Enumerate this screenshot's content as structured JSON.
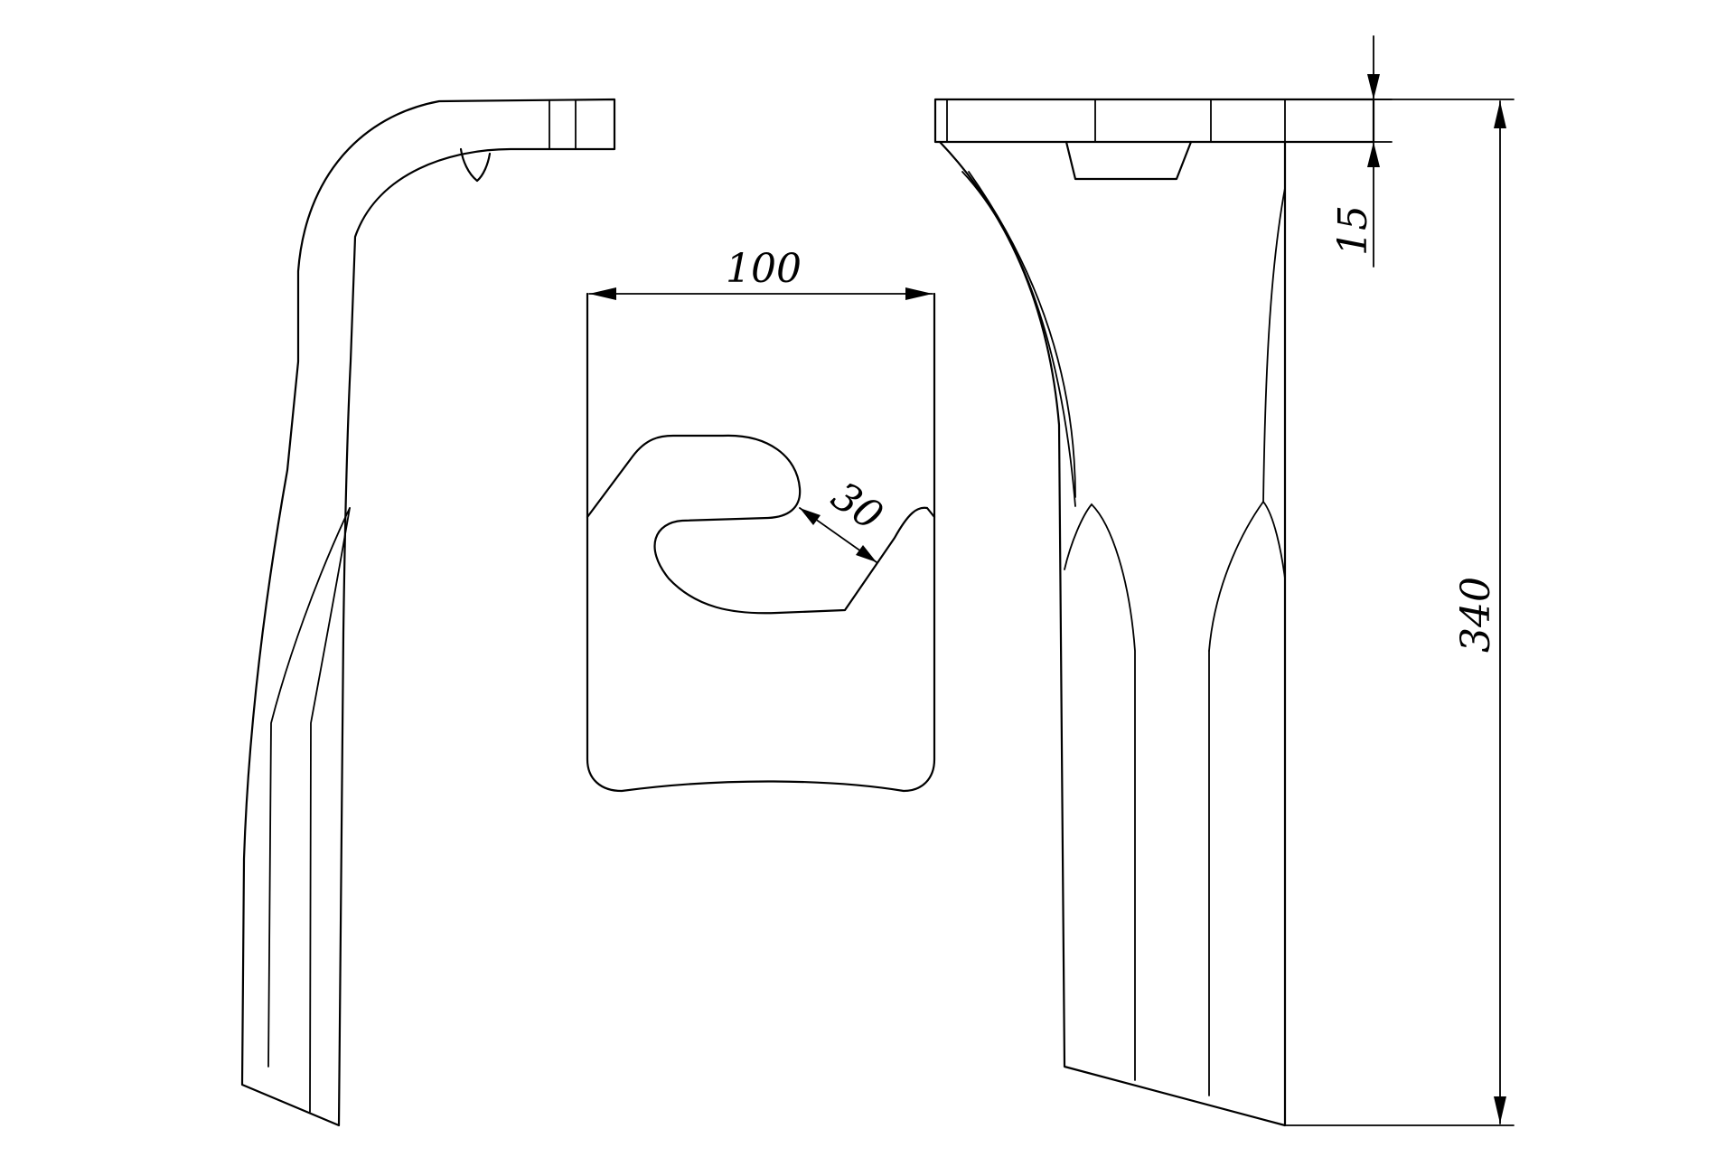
{
  "dimensions": {
    "width_label": "100",
    "slot_label": "30",
    "thickness_label": "15",
    "height_label": "340"
  },
  "colors": {
    "line": "#000000",
    "background": "#ffffff"
  }
}
